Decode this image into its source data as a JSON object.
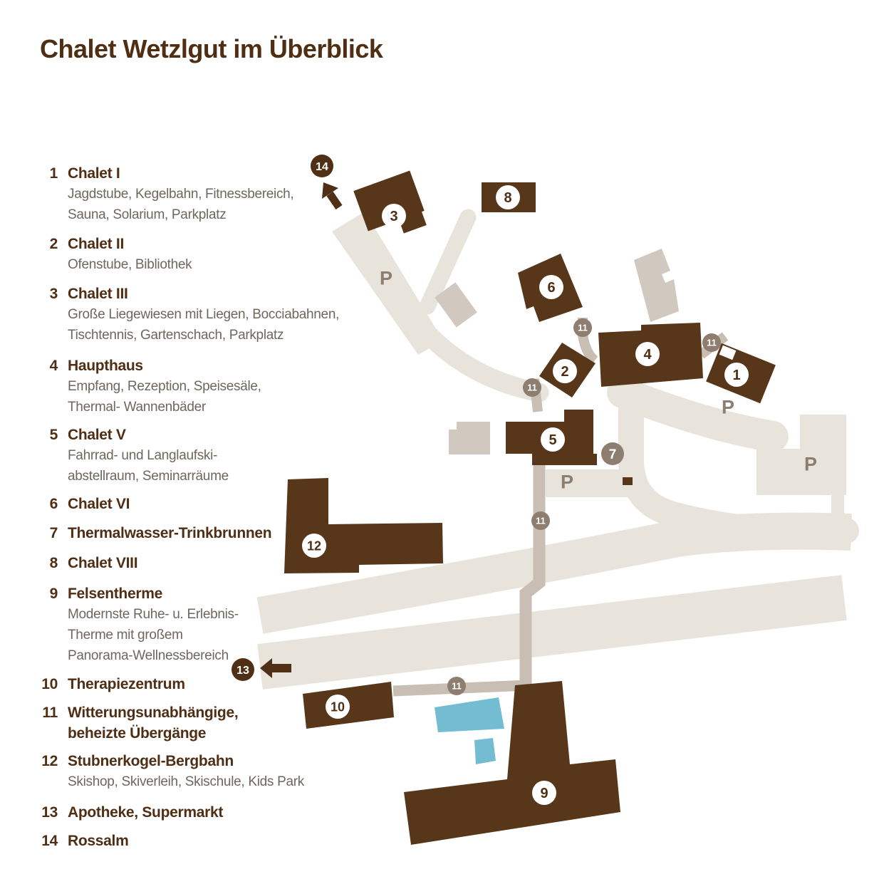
{
  "title": "Chalet Wetzlgut im Überblick",
  "legend": {
    "items": [
      {
        "num": "1",
        "name": "Chalet I",
        "desc": "Jagdstube, Kegelbahn, Fitnessbereich,\nSauna, Solarium, Parkplatz"
      },
      {
        "num": "2",
        "name": "Chalet II",
        "desc": "Ofenstube, Bibliothek"
      },
      {
        "num": "3",
        "name": "Chalet III",
        "desc": "Große Liegewiesen mit Liegen, Bocciabahnen,\nTischtennis, Gartenschach, Parkplatz"
      },
      {
        "num": "4",
        "name": "Haupthaus",
        "desc": "Empfang, Rezeption, Speisesäle,\nThermal- Wannenbäder"
      },
      {
        "num": "5",
        "name": "Chalet V",
        "desc": "Fahrrad- und Langlaufski-\nabstellraum, Seminarräume"
      },
      {
        "num": "6",
        "name": "Chalet VI",
        "desc": ""
      },
      {
        "num": "7",
        "name": "Thermalwasser-Trinkbrunnen",
        "desc": ""
      },
      {
        "num": "8",
        "name": "Chalet VIII",
        "desc": ""
      },
      {
        "num": "9",
        "name": "Felsentherme",
        "desc": "Modernste Ruhe- u. Erlebnis-\nTherme mit großem\nPanorama-Wellnessbereich"
      },
      {
        "num": "10",
        "name": "Therapiezentrum",
        "desc": ""
      },
      {
        "num": "11",
        "name": "Witterungsunabhängige,\nbeheizte Übergänge",
        "desc": ""
      },
      {
        "num": "12",
        "name": "Stubnerkogel-Bergbahn",
        "desc": "Skishop, Skiverleih, Skischule, Kids Park"
      },
      {
        "num": "13",
        "name": "Apotheke, Supermarkt",
        "desc": ""
      },
      {
        "num": "14",
        "name": "Rossalm",
        "desc": ""
      }
    ]
  },
  "map": {
    "parking_label": "P",
    "labels": {
      "n1": "1",
      "n2": "2",
      "n3": "3",
      "n4": "4",
      "n5": "5",
      "n6": "6",
      "n8": "8",
      "n9": "9",
      "n10": "10",
      "n12": "12"
    },
    "badges": {
      "n7": "7",
      "n11": "11",
      "n13": "13",
      "n14": "14"
    },
    "colors": {
      "building": "#57361a",
      "text_brown": "#4f2e14",
      "badge_dark": "#4f2f16",
      "badge_taupe": "#8e7e70",
      "road": "#e9e4db",
      "walkway": "#c8beb4",
      "gray_building": "#d1c9c0",
      "pool": "#74bcd1",
      "desc_gray": "#6e675e"
    }
  }
}
